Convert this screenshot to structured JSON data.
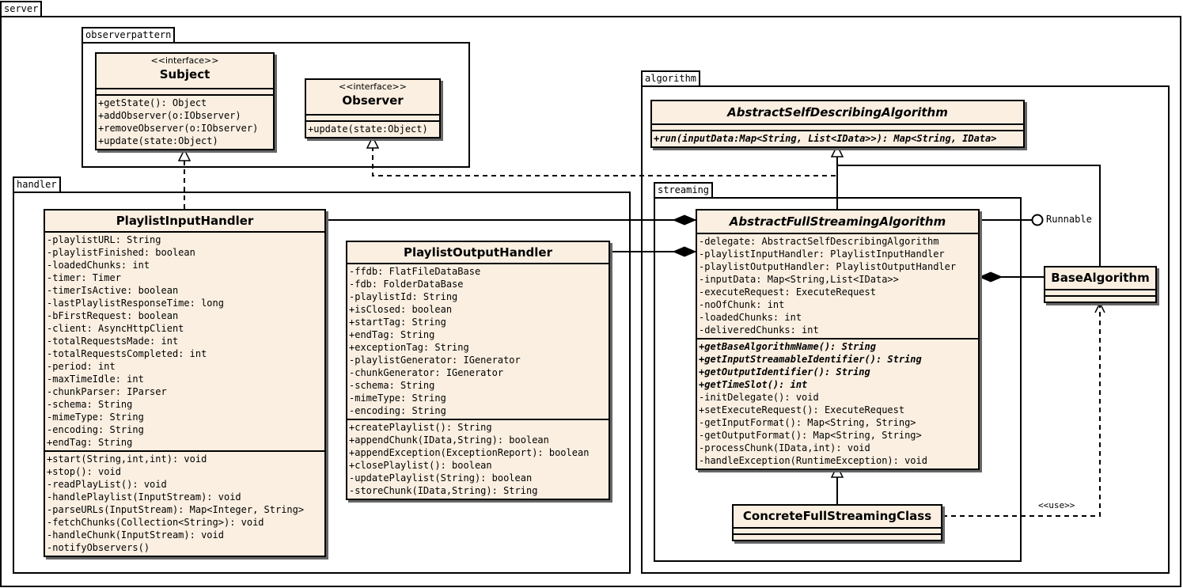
{
  "packages": {
    "server": "server",
    "observerpattern": "observerpattern",
    "handler": "handler",
    "algorithm": "algorithm",
    "streaming": "streaming"
  },
  "classes": {
    "subject": {
      "stereotype": "<<interface>>",
      "name": "Subject",
      "operations": [
        "+getState(): Object",
        "+addObserver(o:IObserver)",
        "+removeObserver(o:IObserver)",
        "+update(state:Object)"
      ]
    },
    "observer": {
      "stereotype": "<<interface>>",
      "name": "Observer",
      "operations": [
        "+update(state:Object)"
      ]
    },
    "playlist_input_handler": {
      "name": "PlaylistInputHandler",
      "attributes": [
        "-playlistURL: String",
        "-playlistFinished: boolean",
        "-loadedChunks: int",
        "-timer: Timer",
        "-timerIsActive: boolean",
        "-lastPlaylistResponseTime: long",
        "-bFirstRequest: boolean",
        "-client: AsyncHttpClient",
        "-totalRequestsMade: int",
        "-totalRequestsCompleted: int",
        "-period: int",
        "-maxTimeIdle: int",
        "-chunkParser: IParser",
        "-schema: String",
        "-mimeType: String",
        "-encoding: String",
        "+endTag: String"
      ],
      "operations": [
        "+start(String,int,int): void",
        "+stop(): void",
        "-readPlayList(): void",
        "-handlePlaylist(InputStream): void",
        "-parseURLs(InputStream): Map<Integer, String>",
        "-fetchChunks(Collection<String>): void",
        "-handleChunk(InputStream): void",
        "-notifyObservers()"
      ]
    },
    "playlist_output_handler": {
      "name": "PlaylistOutputHandler",
      "attributes": [
        "-ffdb: FlatFileDataBase",
        "-fdb: FolderDataBase",
        "-playlistId: String",
        "+isClosed: boolean",
        "+startTag: String",
        "+endTag: String",
        "+exceptionTag: String",
        "-playlistGenerator: IGenerator",
        "-chunkGenerator: IGenerator",
        "-schema: String",
        "-mimeType: String",
        "-encoding: String"
      ],
      "operations": [
        "+createPlaylist(): String",
        "+appendChunk(IData,String): boolean",
        "+appendException(ExceptionReport): boolean",
        "+closePlaylist(): boolean",
        "-updatePlaylist(String): boolean",
        "-storeChunk(IData,String): String"
      ]
    },
    "abstract_self_describing": {
      "name": "AbstractSelfDescribingAlgorithm",
      "operations": [
        "+run(inputData:Map<String, List<IData>>): Map<String, IData>"
      ]
    },
    "abstract_full_streaming": {
      "name": "AbstractFullStreamingAlgorithm",
      "attributes": [
        "-delegate: AbstractSelfDescribingAlgorithm",
        "-playlistInputHandler: PlaylistInputHandler",
        "-playlistOutputHandler: PlaylistOutputHandler",
        "-inputData: Map<String,List<IData>>",
        "-executeRequest: ExecuteRequest",
        "-noOfChunk: int",
        "-loadedChunks: int",
        "-deliveredChunks: int"
      ],
      "abstract_operations": [
        "+getBaseAlgorithmName(): String",
        "+getInputStreamableIdentifier(): String",
        "+getOutputIdentifier(): String",
        "+getTimeSlot(): int"
      ],
      "operations": [
        "-initDelegate(): void",
        "+setExecuteRequest(): ExecuteRequest",
        "-getInputFormat(): Map<String, String>",
        "-getOutputFormat(): Map<String, String>",
        "-processChunk(IData,int): void",
        "-handleException(RuntimeException): void"
      ]
    },
    "base_algorithm": {
      "name": "BaseAlgorithm"
    },
    "concrete_full_streaming": {
      "name": "ConcreteFullStreamingClass"
    }
  },
  "labels": {
    "runnable": "Runnable",
    "use": "<<use>>"
  }
}
